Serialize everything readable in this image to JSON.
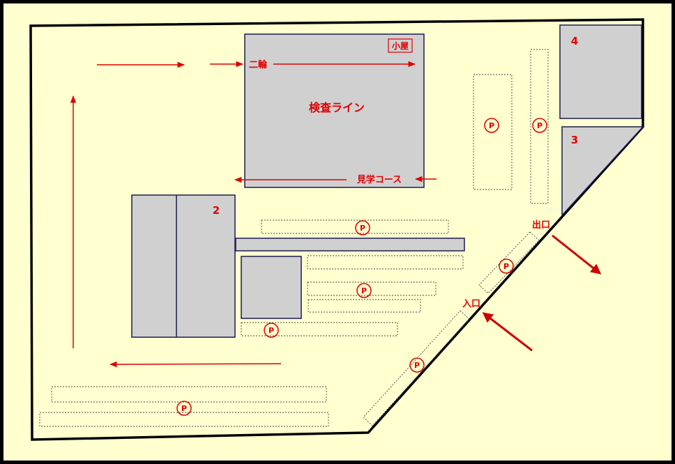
{
  "labels": {
    "hut": "小屋",
    "two_wheel": "二輪",
    "inspection_line": "検査ライン",
    "tour_course": "見学コース",
    "exit": "出口",
    "entrance": "入口",
    "building_2": "2",
    "building_3": "3",
    "building_4": "4",
    "parking": "P"
  },
  "colors": {
    "background": "#ffffd0",
    "building": "#d0d0d0",
    "annotation": "#e00000",
    "outline": "#000000"
  }
}
